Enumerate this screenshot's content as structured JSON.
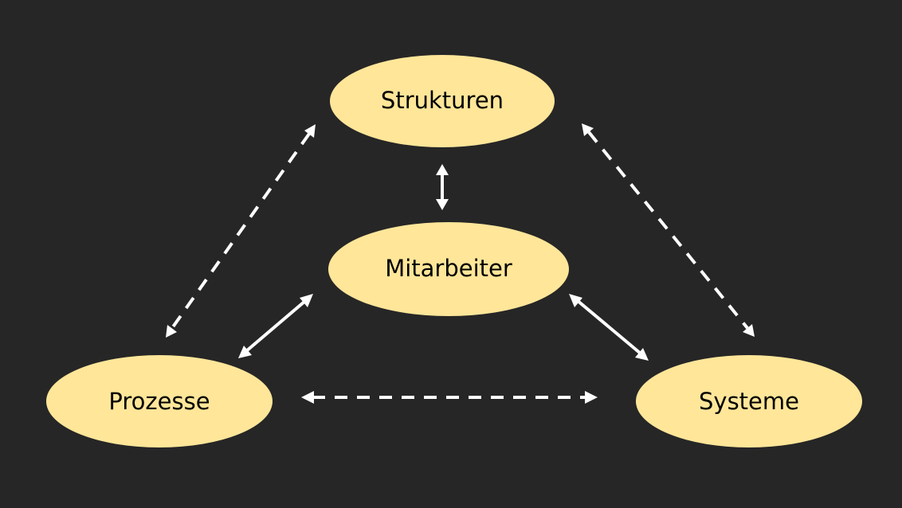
{
  "diagram": {
    "nodes": {
      "strukturen": {
        "label": "Strukturen"
      },
      "mitarbeiter": {
        "label": "Mitarbeiter"
      },
      "prozesse": {
        "label": "Prozesse"
      },
      "systeme": {
        "label": "Systeme"
      }
    },
    "connections": [
      {
        "from": "Strukturen",
        "to": "Mitarbeiter",
        "style": "solid",
        "direction": "bidirectional"
      },
      {
        "from": "Mitarbeiter",
        "to": "Prozesse",
        "style": "solid",
        "direction": "bidirectional"
      },
      {
        "from": "Mitarbeiter",
        "to": "Systeme",
        "style": "solid",
        "direction": "bidirectional"
      },
      {
        "from": "Strukturen",
        "to": "Prozesse",
        "style": "dashed",
        "direction": "bidirectional"
      },
      {
        "from": "Strukturen",
        "to": "Systeme",
        "style": "dashed",
        "direction": "bidirectional"
      },
      {
        "from": "Prozesse",
        "to": "Systeme",
        "style": "dashed",
        "direction": "bidirectional"
      }
    ]
  },
  "colors": {
    "background": "#262626",
    "node_fill": "#FFE699",
    "node_text": "#000000",
    "arrow": "#FFFFFF"
  }
}
